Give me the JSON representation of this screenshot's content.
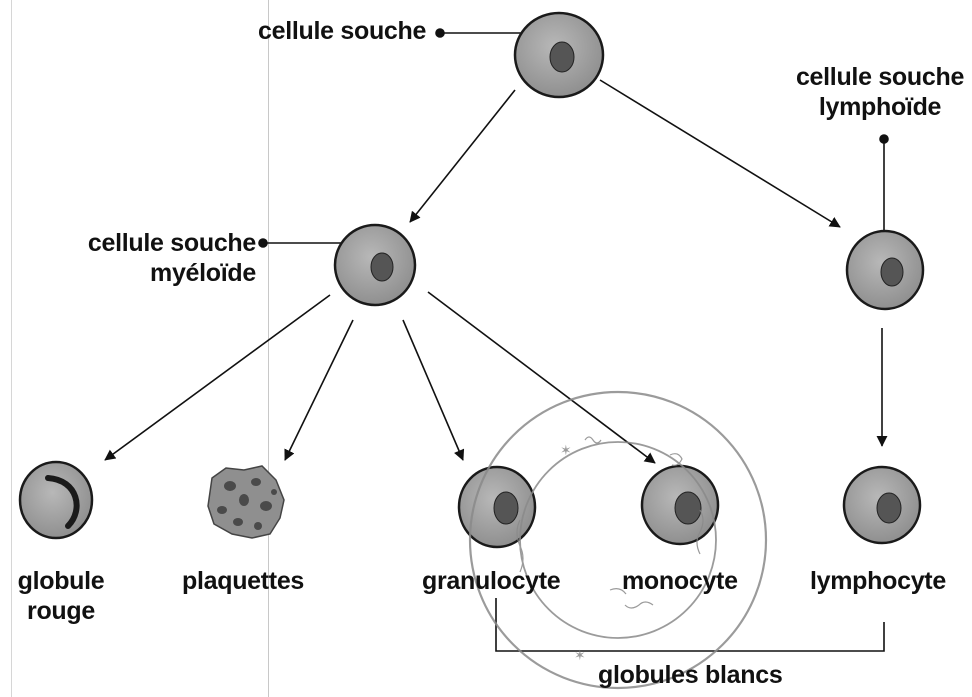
{
  "diagram": {
    "nodes": {
      "stem_cell": {
        "label": "cellule souche"
      },
      "myeloid_stem_cell": {
        "label_line1": "cellule souche",
        "label_line2": "myéloïde"
      },
      "lymphoid_stem_cell": {
        "label_line1": "cellule souche",
        "label_line2": "lymphoïde"
      },
      "red_blood_cell": {
        "label_line1": "globule",
        "label_line2": "rouge"
      },
      "platelets": {
        "label": "plaquettes"
      },
      "granulocyte": {
        "label": "granulocyte"
      },
      "monocyte": {
        "label": "monocyte"
      },
      "lymphocyte": {
        "label": "lymphocyte"
      }
    },
    "group_label": "globules blancs"
  },
  "colors": {
    "cell_fill": "#9a9a9a",
    "cell_outline": "#1a1a1a",
    "nucleus": "#5a5a5a",
    "arrow": "#111111",
    "stamp": "#8a8a8a"
  }
}
